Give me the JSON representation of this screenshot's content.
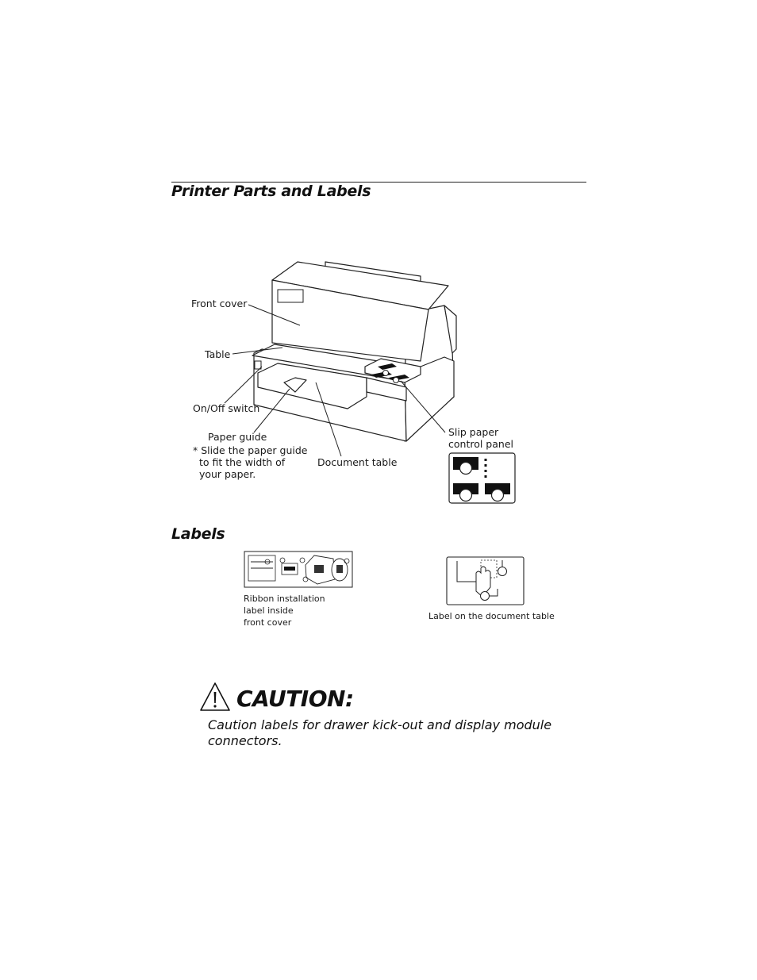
{
  "section_title": "Printer Parts and Labels",
  "callouts": {
    "front_cover": "Front cover",
    "table": "Table",
    "on_off_switch": "On/Off switch",
    "paper_guide": "Paper guide",
    "paper_guide_note": "* Slide the paper guide\n  to fit the width of\n  your paper.",
    "document_table": "Document table",
    "slip_paper_panel": "Slip paper\ncontrol panel"
  },
  "labels_section": {
    "title": "Labels",
    "ribbon_label": "Ribbon installation\nlabel inside\nfront cover",
    "document_table_label": "Label on the document table"
  },
  "caution": {
    "title": "CAUTION:",
    "text": "Caution labels for drawer kick-out and display module connectors."
  },
  "icons": [
    "printer-illustration",
    "control-panel-icon",
    "ribbon-label-icon",
    "document-table-label-icon",
    "warning-triangle-icon"
  ]
}
